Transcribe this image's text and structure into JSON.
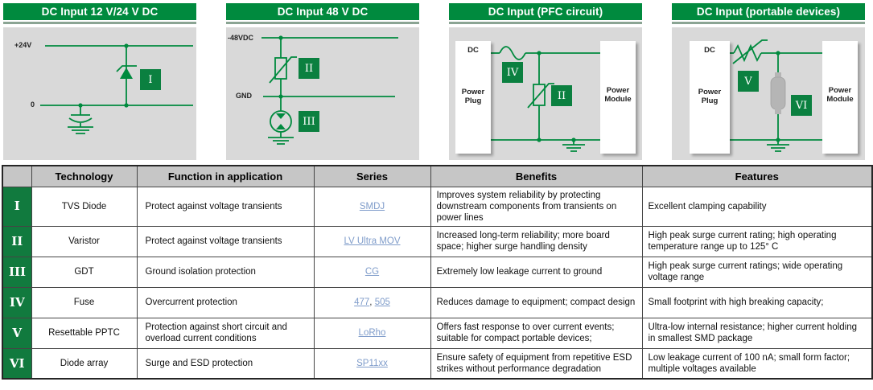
{
  "panels": [
    {
      "title": "DC Input 12 V/24 V DC",
      "labels": {
        "top_rail": "+24V",
        "bottom_rail": "0"
      },
      "badges": {
        "tvs_diode": "I"
      }
    },
    {
      "title": "DC Input 48 V DC",
      "labels": {
        "top_rail": "-48VDC",
        "bottom_rail": "GND"
      },
      "badges": {
        "varistor": "II",
        "gdt": "III"
      }
    },
    {
      "title": "DC Input (PFC circuit)",
      "labels": {
        "input": "DC",
        "left_box": "Power Plug",
        "right_box": "Power Module"
      },
      "badges": {
        "fuse": "IV",
        "varistor": "II"
      }
    },
    {
      "title": "DC Input (portable devices)",
      "labels": {
        "input": "DC",
        "left_box": "Power Plug",
        "right_box": "Power Module"
      },
      "badges": {
        "pptc": "V",
        "diode_array": "VI"
      }
    }
  ],
  "table": {
    "headers": {
      "numeral": "",
      "technology": "Technology",
      "function": "Function in application",
      "series": "Series",
      "benefits": "Benefits",
      "features": "Features"
    },
    "rows": [
      {
        "id": "I",
        "technology": "TVS Diode",
        "function": "Protect against voltage transients",
        "series": [
          "SMDJ"
        ],
        "benefits": "Improves system reliability by protecting downstream components from transients on power lines",
        "features": "Excellent clamping capability"
      },
      {
        "id": "II",
        "technology": "Varistor",
        "function": "Protect against voltage transients",
        "series": [
          "LV Ultra MOV"
        ],
        "benefits": "Increased long-term reliability; more board space; higher surge handling density",
        "features": "High peak surge current rating; high operating temperature range up to 125° C"
      },
      {
        "id": "III",
        "technology": "GDT",
        "function": "Ground isolation protection",
        "series": [
          "CG"
        ],
        "benefits": "Extremely low leakage current to ground",
        "features": "High peak surge current ratings; wide operating voltage range"
      },
      {
        "id": "IV",
        "technology": "Fuse",
        "function": "Overcurrent protection",
        "series": [
          "477",
          "505"
        ],
        "series_separator": ", ",
        "benefits": "Reduces damage to equipment; compact design",
        "features": "Small footprint with high breaking capacity;"
      },
      {
        "id": "V",
        "technology": "Resettable PPTC",
        "function": "Protection against short circuit and overload current conditions",
        "series": [
          "LoRho"
        ],
        "benefits": "Offers fast response to over current events; suitable for compact portable devices;",
        "features": "Ultra-low internal resistance; higher current holding in smallest SMD package"
      },
      {
        "id": "VI",
        "technology": "Diode array",
        "function": "Surge and ESD protection",
        "series": [
          "SP11xx"
        ],
        "benefits": "Ensure safety of equipment from repetitive ESD strikes without performance degradation",
        "features": "Low leakage current of 100 nA; small form factor; multiple voltages available"
      }
    ]
  },
  "colors": {
    "brand_green": "#008A3E",
    "numeral_cell_green": "#117A3E",
    "panel_body_gray": "#D9D9D9",
    "header_row_gray": "#C6C6C6",
    "link_blue": "#7F9CCA",
    "title_underline_sage": "#8AA493"
  }
}
